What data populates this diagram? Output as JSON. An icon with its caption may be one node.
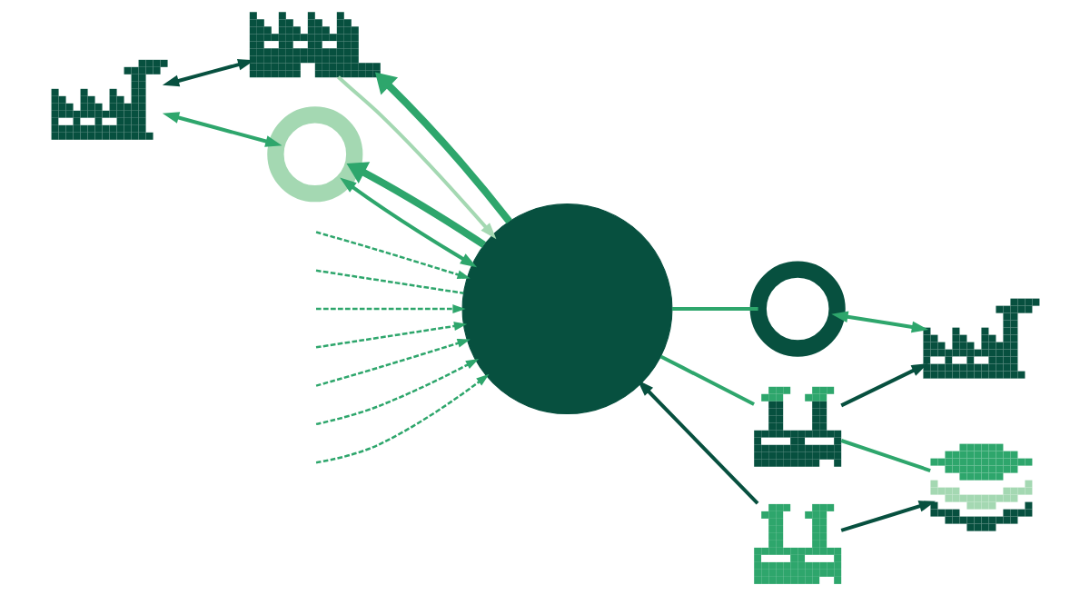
{
  "diagram": {
    "nodes": [
      {
        "text": [],
        "shape": "factory"
      },
      {
        "text": [],
        "shape": "ring"
      },
      {
        "text": [],
        "shape": "factory"
      },
      {
        "text": [],
        "shape": "factory"
      },
      {
        "text": [],
        "shape": "circle"
      },
      {
        "text": [],
        "shape": "factory"
      },
      {
        "text": [],
        "shape": "ring"
      },
      {
        "text": [],
        "shape": "factory"
      },
      {
        "text": [],
        "shape": "layers"
      }
    ],
    "edges": [
      {
        "from": 3,
        "to": 0,
        "arrow": "both",
        "color": "#07503f"
      },
      {
        "from": 0,
        "to": 4,
        "arrow": "to",
        "color": "#a4d8b2"
      },
      {
        "from": 4,
        "to": 0,
        "arrow": "to",
        "style": "thick"
      },
      {
        "from": 4,
        "to": 6,
        "arrow": "to",
        "style": "thick"
      },
      {
        "from": 4,
        "to": 1,
        "arrow": "none"
      },
      {
        "from": 1,
        "to": 2,
        "arrow": "both"
      },
      {
        "from": 3,
        "to": 6,
        "arrow": "both"
      },
      {
        "from": 6,
        "to": 4,
        "arrow": "both"
      },
      {
        "from": 5,
        "to": 4,
        "arrow": "none"
      },
      {
        "from": 5,
        "to": 2,
        "arrow": "to",
        "color": "#07503f"
      },
      {
        "from": 5,
        "to": 8,
        "arrow": "none"
      },
      {
        "from": 7,
        "to": 4,
        "arrow": "to",
        "color": "#07503f"
      },
      {
        "from": 7,
        "to": 8,
        "arrow": "to",
        "color": "#07503f"
      },
      {
        "from": null,
        "to": 4,
        "arrow": "to",
        "style": "dashed"
      },
      {
        "from": null,
        "to": 4,
        "arrow": "to",
        "style": "dashed"
      },
      {
        "from": null,
        "to": 4,
        "arrow": "to",
        "style": "dashed"
      },
      {
        "from": null,
        "to": 4,
        "arrow": "to",
        "style": "dashed"
      },
      {
        "from": null,
        "to": 4,
        "arrow": "none",
        "style": "dashed"
      },
      {
        "from": null,
        "to": 4,
        "arrow": "to",
        "style": "dashed"
      },
      {
        "from": null,
        "to": 4,
        "arrow": "to",
        "style": "dashed"
      }
    ]
  }
}
